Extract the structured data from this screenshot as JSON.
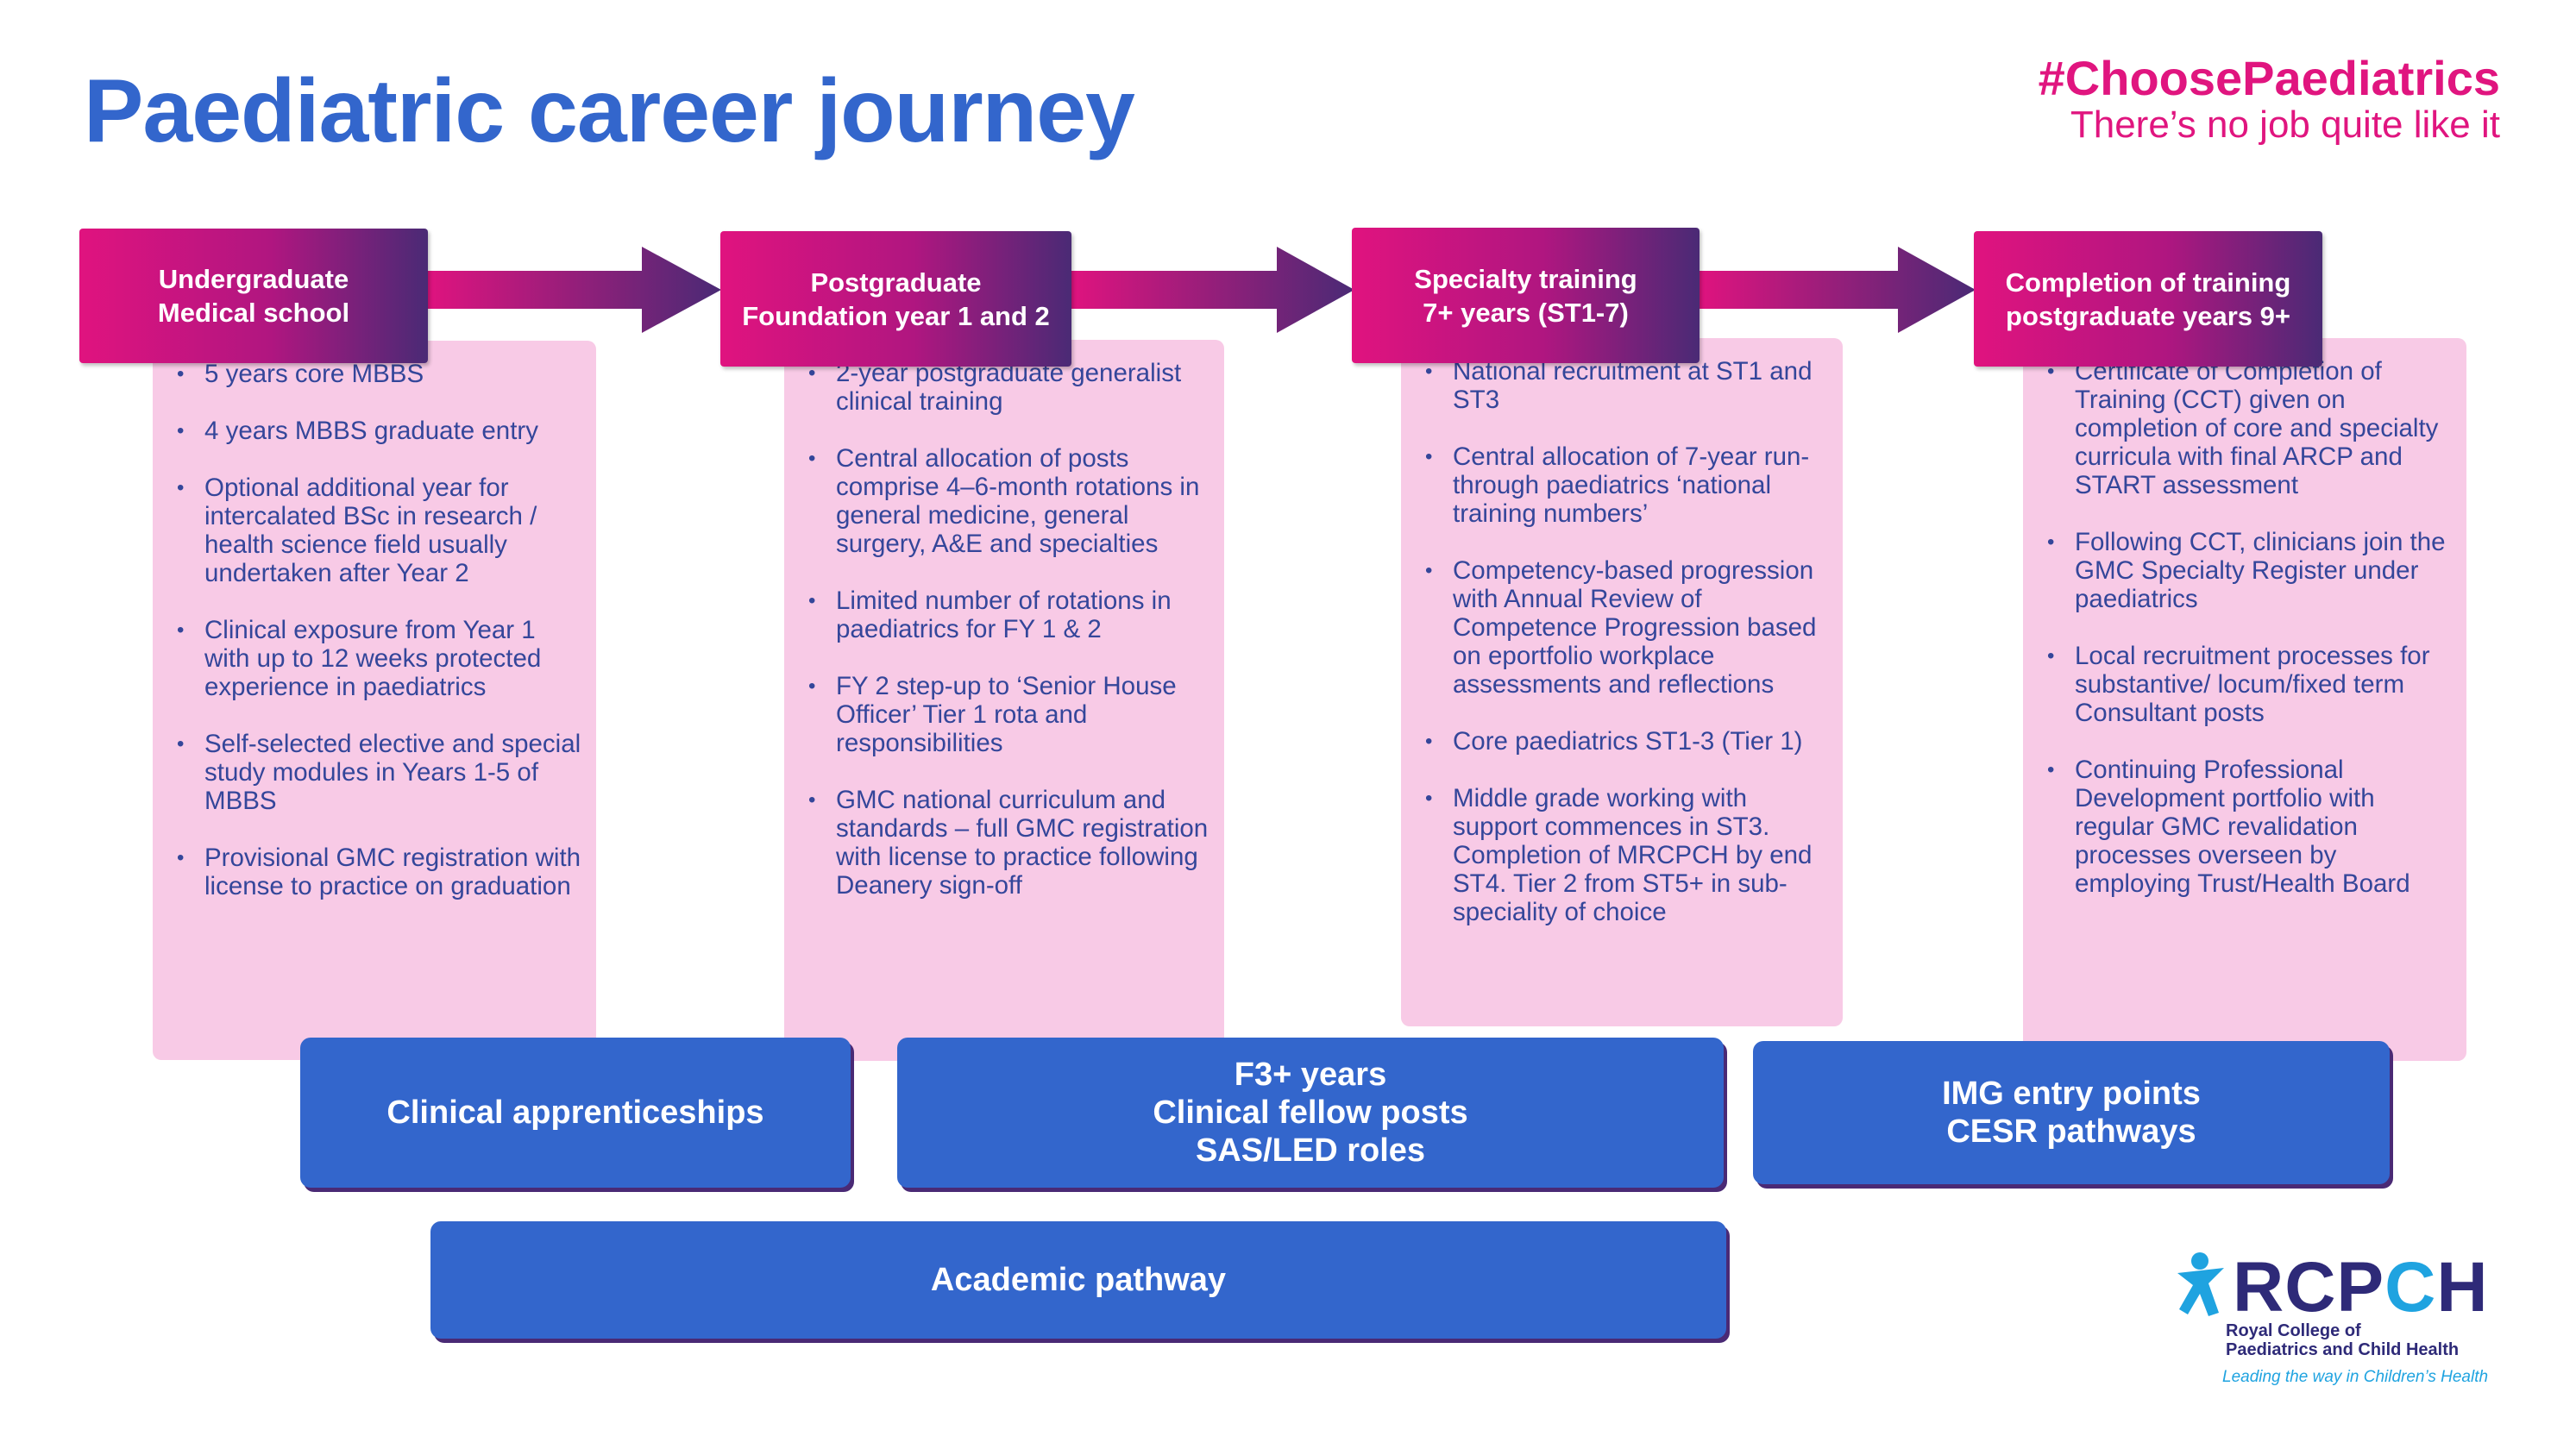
{
  "header": {
    "title": "Paediatric career journey",
    "hashtag": "#ChoosePaediatrics",
    "tagline": "There’s no job quite like it"
  },
  "stages": [
    {
      "label_line1": "Undergraduate",
      "label_line2": "Medical school",
      "items": [
        "5 years core MBBS",
        "4 years MBBS graduate entry",
        "Optional additional year for intercalated BSc in research / health science field usually undertaken after Year 2",
        "Clinical exposure from Year 1 with up to 12 weeks protected experience in paediatrics",
        "Self-selected elective and special study modules in Years 1-5 of MBBS",
        "Provisional GMC registration with license to practice on graduation"
      ]
    },
    {
      "label_line1": "Postgraduate",
      "label_line2": "Foundation year 1 and 2",
      "items": [
        "2-year postgraduate generalist clinical training",
        "Central allocation of posts comprise 4–6-month rotations in general medicine, general surgery, A&E and specialties",
        "Limited number of rotations in paediatrics for FY 1 & 2",
        "FY 2 step-up to ‘Senior House Officer’ Tier 1 rota and responsibilities",
        "GMC national curriculum and standards – full GMC registration with license to practice following Deanery sign-off"
      ]
    },
    {
      "label_line1": "Specialty training",
      "label_line2": "7+ years (ST1-7)",
      "items": [
        "National recruitment at ST1 and ST3",
        "Central allocation of 7-year run-through paediatrics ‘national training numbers’",
        "Competency-based progression with Annual Review of Competence Progression based on eportfolio workplace assessments and reflections",
        "Core paediatrics ST1-3 (Tier 1)",
        "Middle grade working with support commences in ST3. Completion of MRCPCH by end ST4. Tier 2 from ST5+ in sub-speciality of choice"
      ]
    },
    {
      "label_line1": "Completion of training",
      "label_line2": "postgraduate years 9+",
      "items": [
        "Certificate of Completion of Training (CCT) given on completion of core and specialty curricula with final ARCP and START assessment",
        "Following CCT, clinicians join the GMC Specialty Register under paediatrics",
        "Local recruitment processes for substantive/ locum/fixed term Consultant posts",
        "Continuing Professional Development portfolio with regular GMC revalidation processes overseen by employing Trust/Health Board"
      ]
    }
  ],
  "pathways": {
    "clinical_apprenticeships": "Clinical apprenticeships",
    "f3_line1": "F3+ years",
    "f3_line2": "Clinical fellow posts",
    "f3_line3": "SAS/LED roles",
    "img_line1": "IMG entry points",
    "img_line2": "CESR pathways",
    "academic": "Academic pathway"
  },
  "logo": {
    "wordmark_pre": "RCP",
    "wordmark_c": "C",
    "wordmark_post": "H",
    "name_line1": "Royal College of",
    "name_line2": "Paediatrics and Child Health",
    "motto": "Leading the way in Children’s Health"
  },
  "colors": {
    "title_blue": "#3366cc",
    "brand_pink": "#e0157f",
    "card_pink": "#f8cae6",
    "text_navy": "#34469a",
    "pathway_blue": "#3366cc",
    "shadow_purple": "#4a2a75"
  }
}
